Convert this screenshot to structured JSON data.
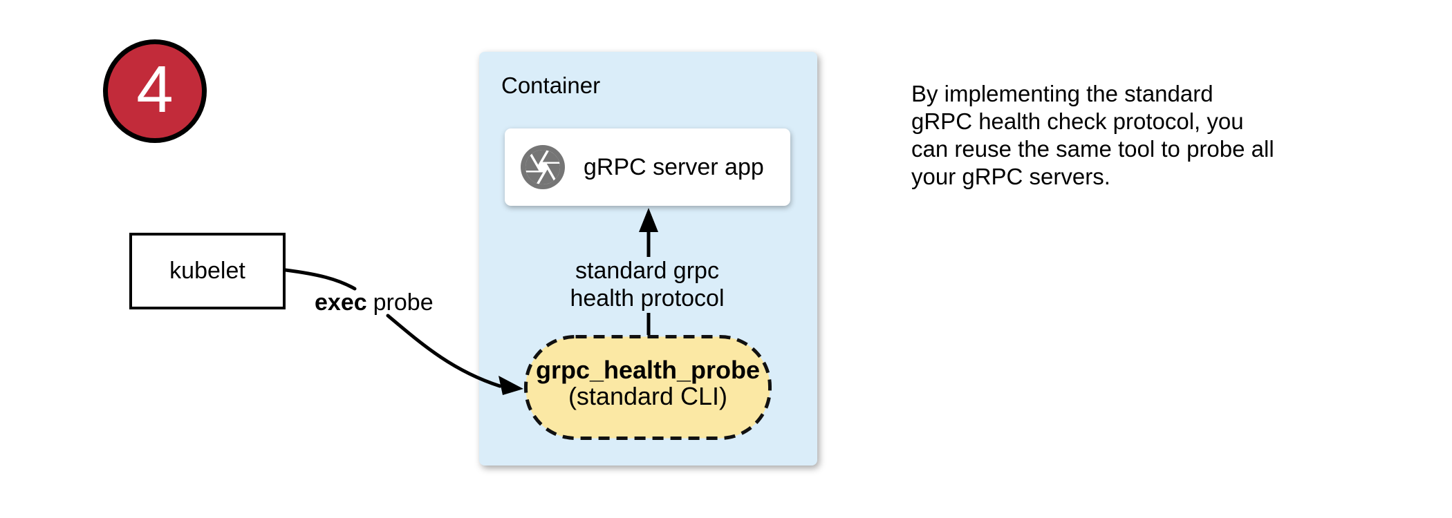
{
  "badge": {
    "number": "4"
  },
  "kubelet": {
    "label": "kubelet"
  },
  "container": {
    "label": "Container"
  },
  "server_box": {
    "label": "gRPC server app",
    "icon": "aperture-icon"
  },
  "probe_box": {
    "title": "grpc_health_probe",
    "subtitle": "(standard CLI)"
  },
  "edges": {
    "exec_probe": {
      "bold": "exec",
      "rest": "probe"
    },
    "health_protocol": {
      "lines": [
        "standard grpc",
        "health protocol"
      ]
    }
  },
  "note": {
    "lines": [
      "By implementing the standard",
      "gRPC health check protocol, you",
      "can reuse the same tool to probe all",
      "your gRPC servers."
    ]
  },
  "colors": {
    "badge_fill": "#C22B3A",
    "container_fill": "#DAEDF9",
    "probe_fill": "#FBE8A4",
    "icon_gray": "#757575",
    "line_black": "#000000"
  }
}
